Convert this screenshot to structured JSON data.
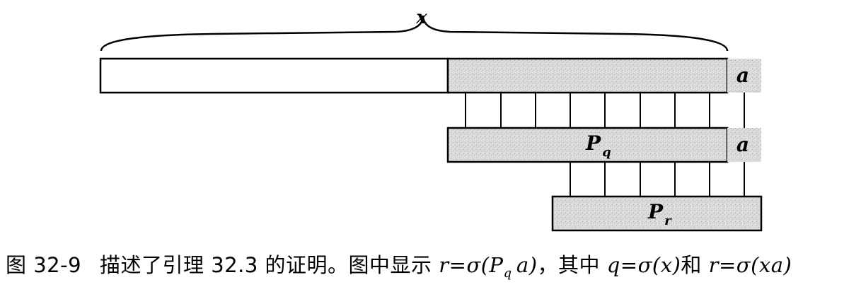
{
  "figure": {
    "brace_label": "x",
    "label_a_top": "a",
    "label_a_mid": "a",
    "label_pq_main": "P",
    "label_pq_sub": "q",
    "label_pr_main": "P",
    "label_pr_sub": "r"
  },
  "caption": {
    "number": "图 32-9",
    "text_1": "描述了引理 32.3 的证明。图中显示 ",
    "math_1": "r=σ(P",
    "math_1_sub": "q",
    "math_1_tail": "a)",
    "text_2": "，其中 ",
    "math_2": "q=σ(x)",
    "text_3": "和 ",
    "math_3": "r=σ(xa)"
  },
  "colors": {
    "shade": "#d8d8d8",
    "stroke": "#000000"
  }
}
